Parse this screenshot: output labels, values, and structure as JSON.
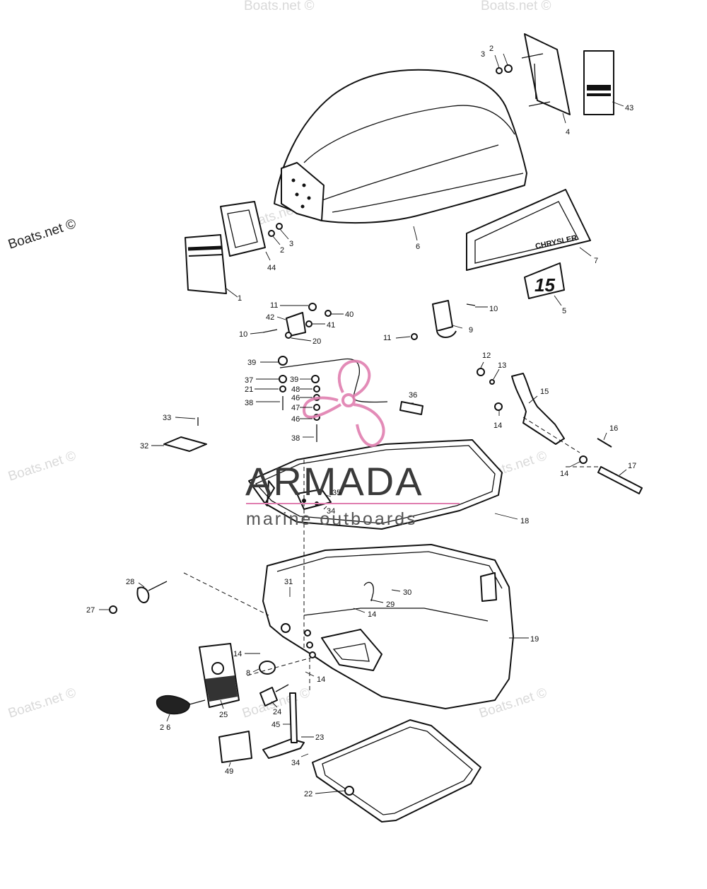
{
  "watermarks": {
    "site": "Boats.net ©"
  },
  "logo": {
    "brand": "ARMADA",
    "tagline": "marine outboards",
    "accent_color": "#e07fb0"
  },
  "decal_brand": "CHRYSLER",
  "decal_number": "15",
  "part_labels": [
    {
      "id": "1",
      "text": "1"
    },
    {
      "id": "2a",
      "text": "2"
    },
    {
      "id": "2b",
      "text": "2"
    },
    {
      "id": "3a",
      "text": "3"
    },
    {
      "id": "3b",
      "text": "3"
    },
    {
      "id": "4",
      "text": "4"
    },
    {
      "id": "5",
      "text": "5"
    },
    {
      "id": "6",
      "text": "6"
    },
    {
      "id": "7",
      "text": "7"
    },
    {
      "id": "8",
      "text": "8"
    },
    {
      "id": "9",
      "text": "9"
    },
    {
      "id": "10a",
      "text": "10"
    },
    {
      "id": "10b",
      "text": "10"
    },
    {
      "id": "11a",
      "text": "11"
    },
    {
      "id": "11b",
      "text": "11"
    },
    {
      "id": "12",
      "text": "12"
    },
    {
      "id": "13",
      "text": "13"
    },
    {
      "id": "14a",
      "text": "14"
    },
    {
      "id": "14b",
      "text": "14"
    },
    {
      "id": "14c",
      "text": "14"
    },
    {
      "id": "14d",
      "text": "14"
    },
    {
      "id": "14e",
      "text": "14"
    },
    {
      "id": "15",
      "text": "15"
    },
    {
      "id": "16",
      "text": "16"
    },
    {
      "id": "17",
      "text": "17"
    },
    {
      "id": "18",
      "text": "18"
    },
    {
      "id": "19",
      "text": "19"
    },
    {
      "id": "20",
      "text": "20"
    },
    {
      "id": "21",
      "text": "21"
    },
    {
      "id": "22",
      "text": "22"
    },
    {
      "id": "23",
      "text": "23"
    },
    {
      "id": "24",
      "text": "24"
    },
    {
      "id": "25",
      "text": "25"
    },
    {
      "id": "26",
      "text": "2 6"
    },
    {
      "id": "27",
      "text": "27"
    },
    {
      "id": "28",
      "text": "28"
    },
    {
      "id": "29",
      "text": "29"
    },
    {
      "id": "30",
      "text": "30"
    },
    {
      "id": "31",
      "text": "31"
    },
    {
      "id": "32",
      "text": "32"
    },
    {
      "id": "33",
      "text": "33"
    },
    {
      "id": "34a",
      "text": "34"
    },
    {
      "id": "34b",
      "text": "34"
    },
    {
      "id": "35",
      "text": "35"
    },
    {
      "id": "36",
      "text": "36"
    },
    {
      "id": "37",
      "text": "37"
    },
    {
      "id": "38a",
      "text": "38"
    },
    {
      "id": "38b",
      "text": "38"
    },
    {
      "id": "39a",
      "text": "39"
    },
    {
      "id": "39b",
      "text": "39"
    },
    {
      "id": "40",
      "text": "40"
    },
    {
      "id": "41",
      "text": "41"
    },
    {
      "id": "42",
      "text": "42"
    },
    {
      "id": "43",
      "text": "43"
    },
    {
      "id": "44",
      "text": "44"
    },
    {
      "id": "45",
      "text": "45"
    },
    {
      "id": "46a",
      "text": "46"
    },
    {
      "id": "46b",
      "text": "46"
    },
    {
      "id": "47",
      "text": "47"
    },
    {
      "id": "48",
      "text": "48"
    },
    {
      "id": "49",
      "text": "49"
    }
  ]
}
